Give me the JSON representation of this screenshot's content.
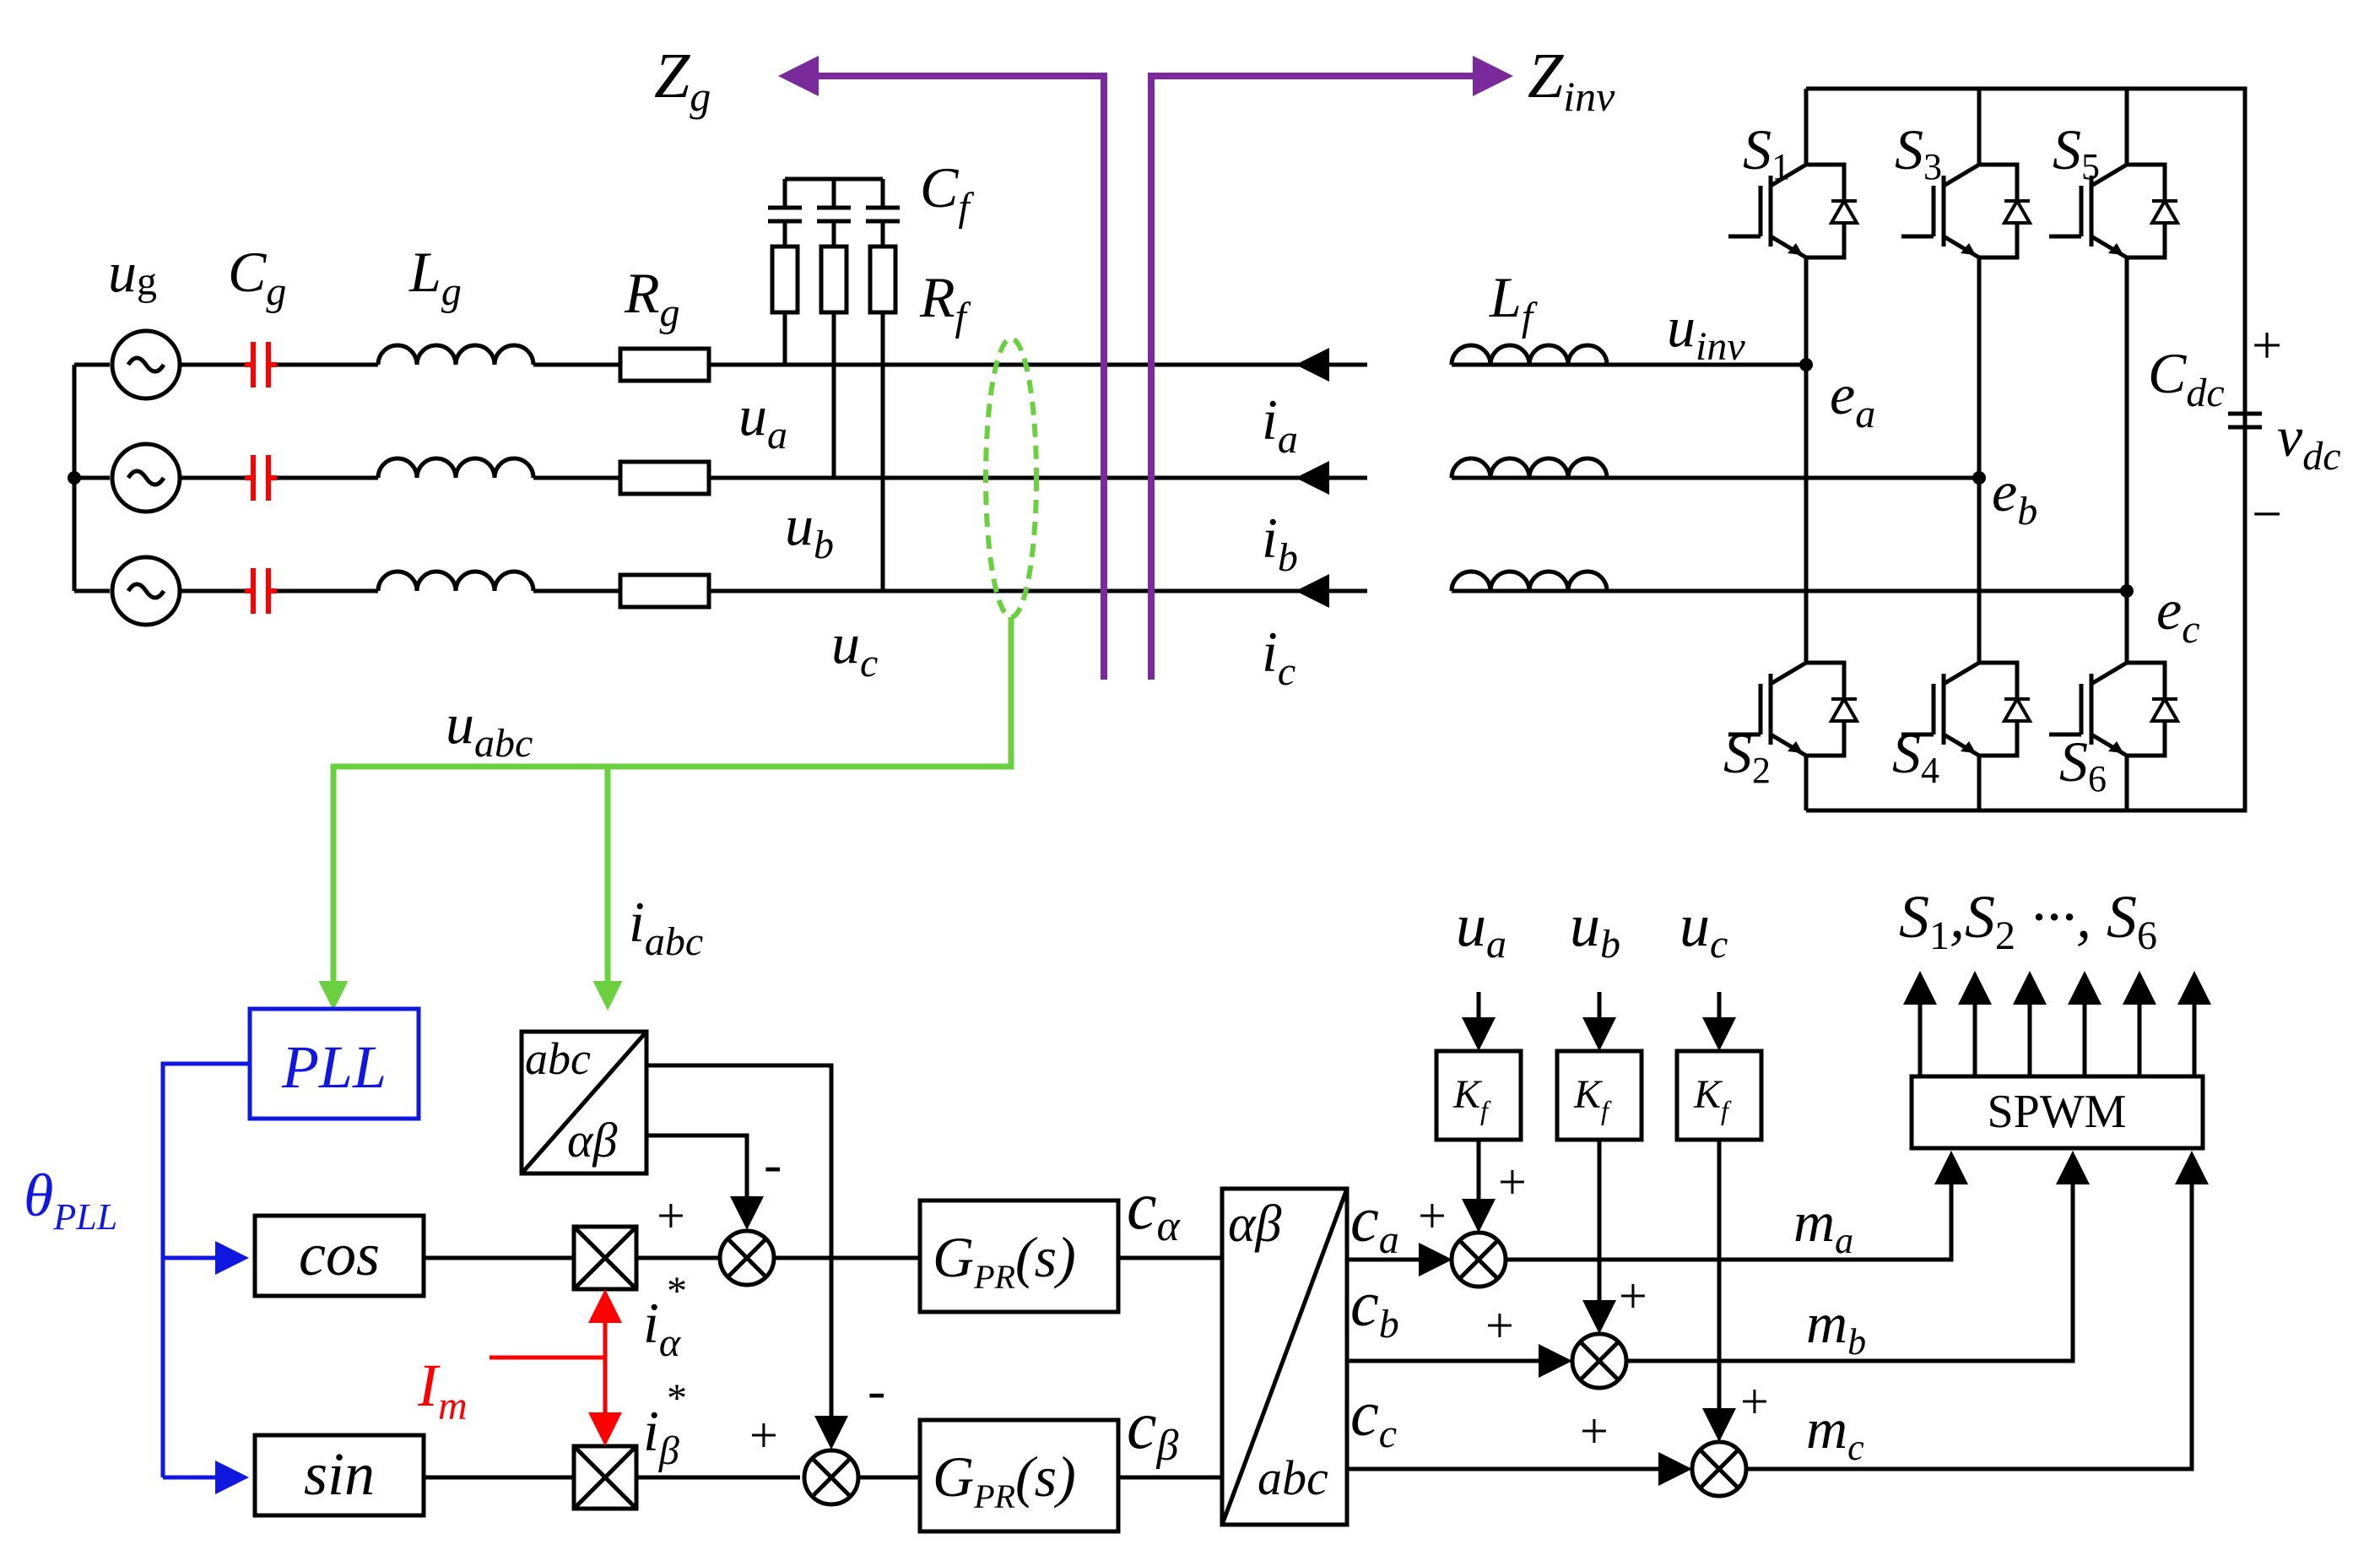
{
  "colors": {
    "wire": "#000000",
    "measurement": "#6bd040",
    "impedance": "#7a2a9a",
    "pll": "#1018e0",
    "reference": "#ff0000",
    "capacitor": "#ff0000"
  },
  "impedance": {
    "zg": "Z",
    "zg_sub": "g",
    "zinv": "Z",
    "zinv_sub": "inv"
  },
  "source": {
    "ug": "u",
    "ug_sub": "g",
    "cg": "C",
    "cg_sub": "g",
    "lg": "L",
    "lg_sub": "g",
    "rg": "R",
    "rg_sub": "g"
  },
  "filter": {
    "cf": "C",
    "cf_sub": "f",
    "rf": "R",
    "rf_sub": "f",
    "lf": "L",
    "lf_sub": "f"
  },
  "voltages": {
    "ua": "u",
    "ua_sub": "a",
    "ub": "u",
    "ub_sub": "b",
    "uc": "u",
    "uc_sub": "c",
    "uinv": "u",
    "uinv_sub": "inv",
    "uabc": "u",
    "uabc_sub": "abc"
  },
  "currents": {
    "ia": "i",
    "ia_sub": "a",
    "ib": "i",
    "ib_sub": "b",
    "ic": "i",
    "ic_sub": "c",
    "iabc": "i",
    "iabc_sub": "abc"
  },
  "inverter": {
    "nodes": [
      {
        "t": "e",
        "s": "a"
      },
      {
        "t": "e",
        "s": "b"
      },
      {
        "t": "e",
        "s": "c"
      }
    ],
    "switches": [
      {
        "t": "S",
        "s": "1"
      },
      {
        "t": "S",
        "s": "3"
      },
      {
        "t": "S",
        "s": "5"
      },
      {
        "t": "S",
        "s": "2"
      },
      {
        "t": "S",
        "s": "4"
      },
      {
        "t": "S",
        "s": "6"
      }
    ],
    "cdc": "C",
    "cdc_sub": "dc",
    "vdc": "v",
    "vdc_sub": "dc",
    "plus": "+",
    "minus": "−"
  },
  "control": {
    "pll": "PLL",
    "theta": "θ",
    "theta_sub": "PLL",
    "cos": "cos",
    "sin": "sin",
    "im": "I",
    "im_sub": "m",
    "ialpha": "i",
    "ialpha_sub": "α",
    "ibeta": "i",
    "ibeta_sub": "β",
    "star": "*",
    "gpr": "G",
    "gpr_sub": "PR",
    "gpr_arg": "(s)",
    "calpha": "c",
    "calpha_sub": "α",
    "cbeta": "c",
    "cbeta_sub": "β",
    "ca": "c",
    "ca_sub": "a",
    "cb": "c",
    "cb_sub": "b",
    "cc": "c",
    "cc_sub": "c",
    "conv1_top": "abc",
    "conv1_bot": "αβ",
    "conv2_top": "αβ",
    "conv2_bot": "abc",
    "kf": "K",
    "kf_sub": "f",
    "ffa": "u",
    "ffa_sub": "a",
    "ffb": "u",
    "ffb_sub": "b",
    "ffc": "u",
    "ffc_sub": "c",
    "ma": "m",
    "ma_sub": "a",
    "mb": "m",
    "mb_sub": "b",
    "mc": "m",
    "mc_sub": "c",
    "spwm": "SPWM",
    "plus": "+",
    "minus": "-",
    "gates": "S",
    "gates_s1": "1",
    "gates_sep": ",S",
    "gates_s2": "2",
    "gates_dots": " ···, S",
    "gates_s6": "6"
  }
}
